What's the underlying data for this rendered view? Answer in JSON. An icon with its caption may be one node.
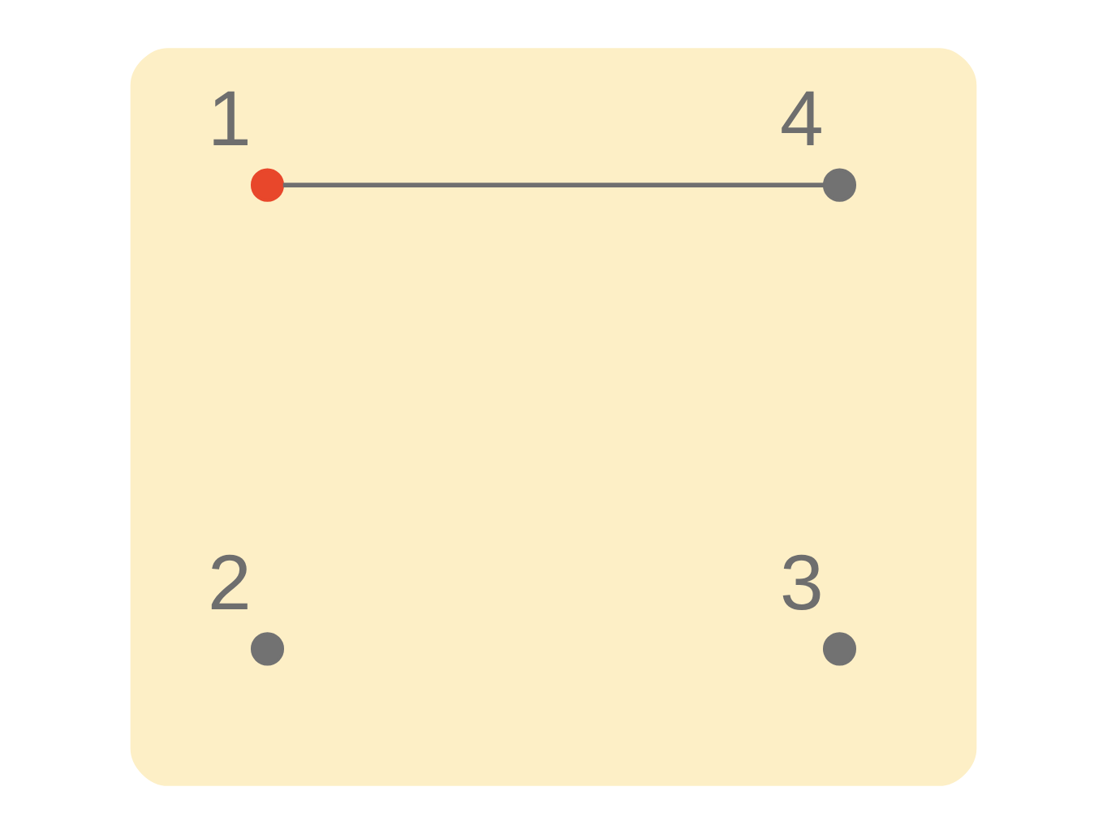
{
  "diagram": {
    "nodes": [
      {
        "text": [],
        "shape": "cloud"
      },
      {
        "text": [
          "1"
        ],
        "in": 0
      },
      {
        "text": [
          "4"
        ],
        "in": 0
      },
      {
        "text": [
          "2"
        ],
        "in": 0
      },
      {
        "text": [
          "3"
        ],
        "in": 0
      }
    ],
    "edges": [
      {
        "from": 1,
        "to": 2,
        "arrow": "none"
      }
    ]
  }
}
